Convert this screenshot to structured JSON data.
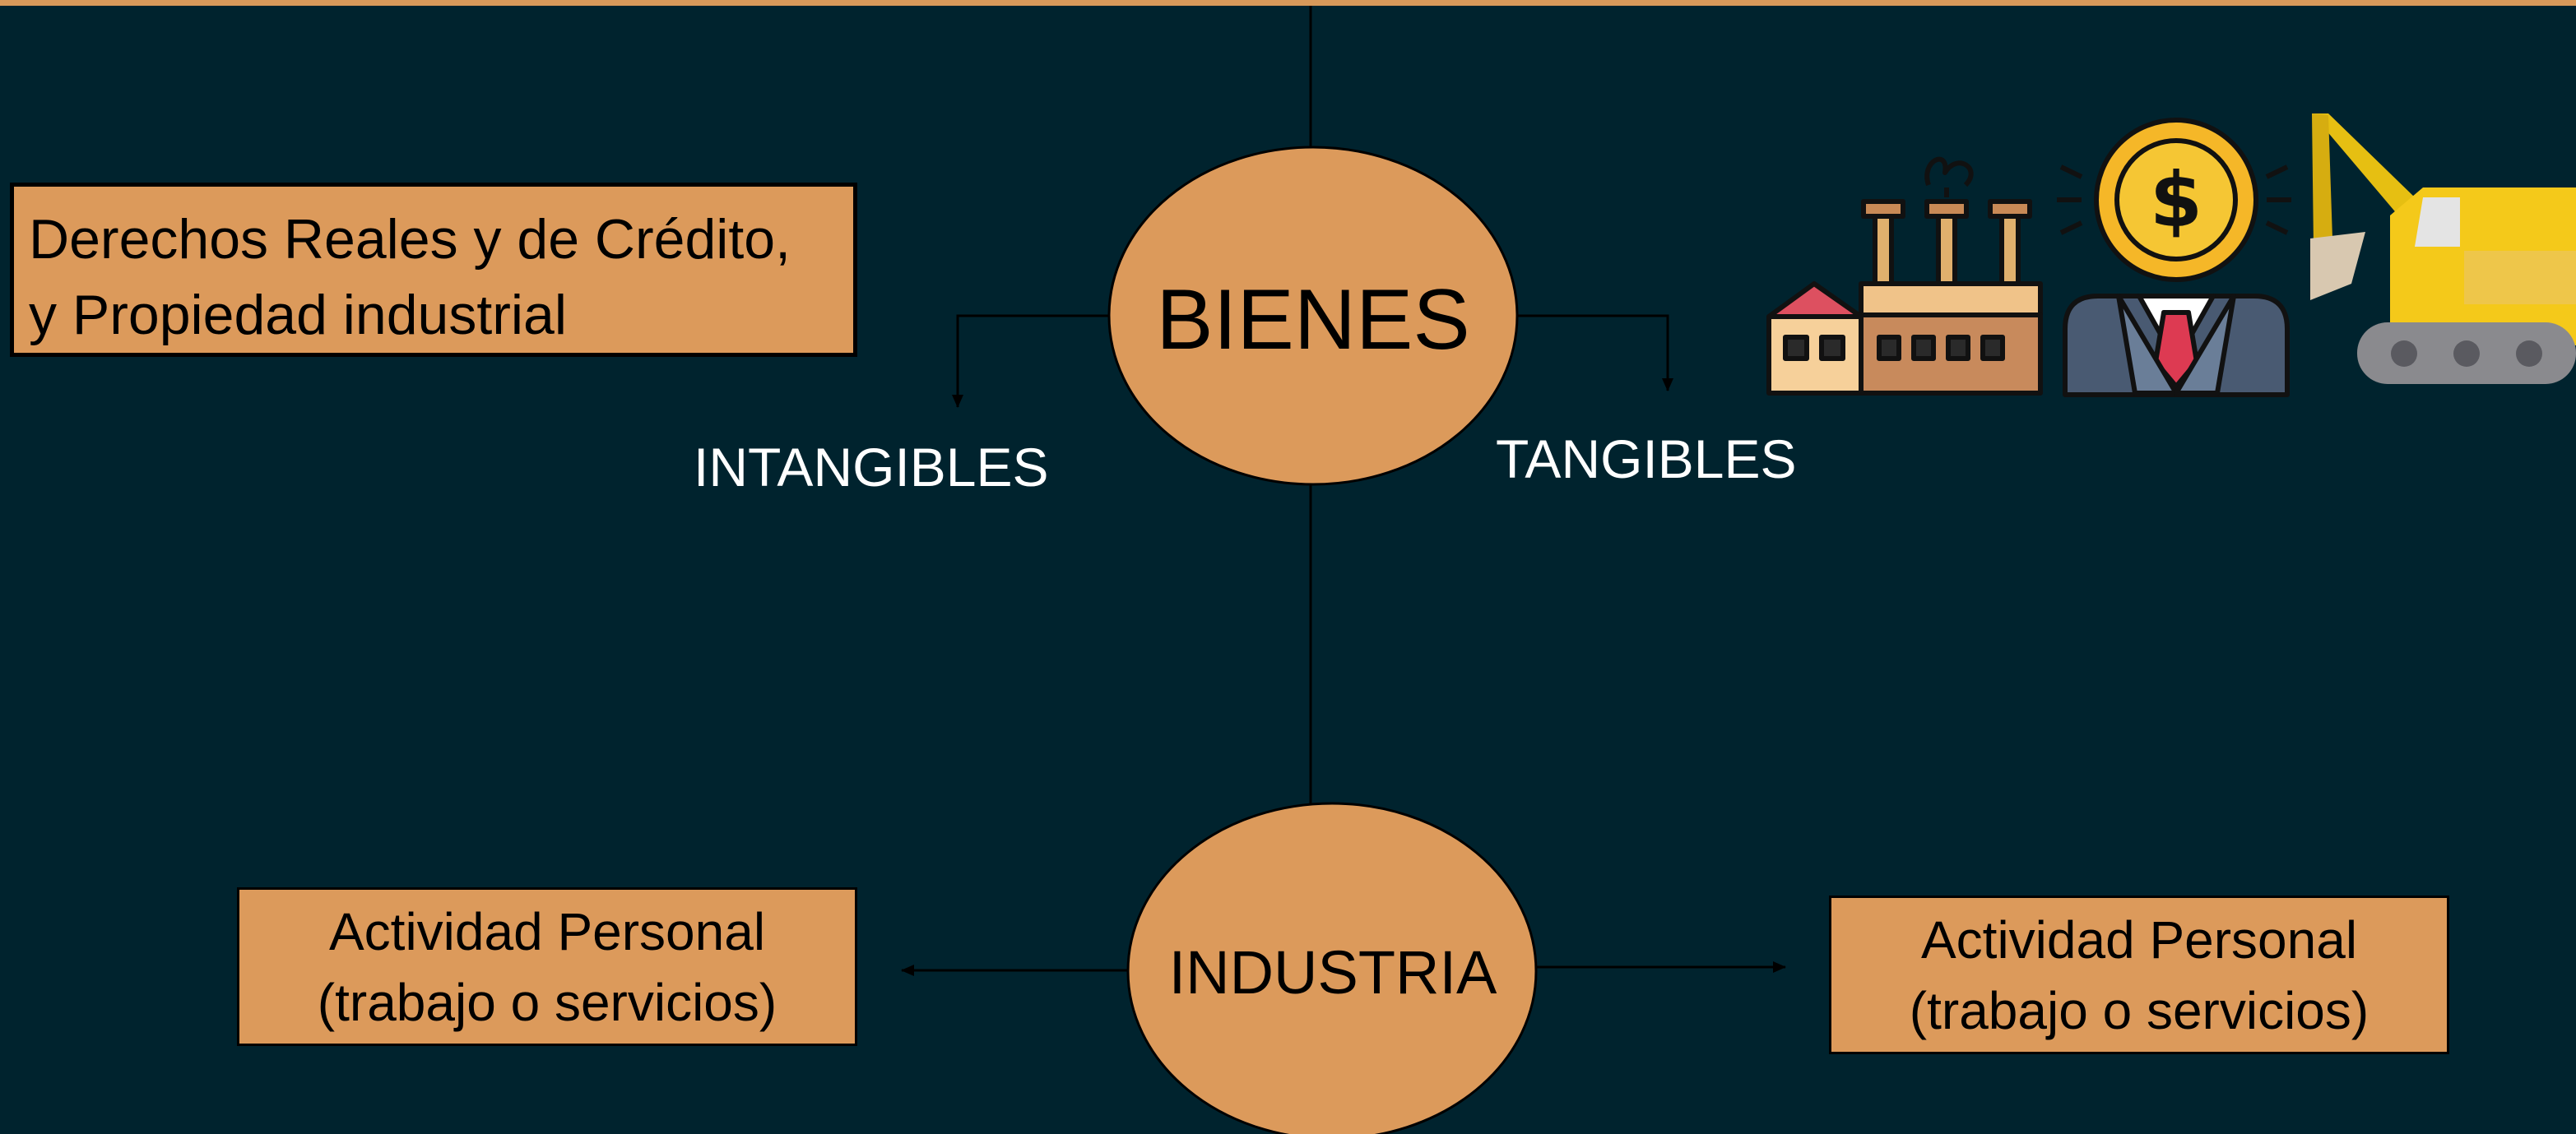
{
  "diagram": {
    "center_top": {
      "label": "BIENES"
    },
    "center_bottom": {
      "label": "INDUSTRIA"
    },
    "branch_left_label": "INTANGIBLES",
    "branch_right_label": "TANGIBLES",
    "box_top_left": {
      "line1": "Derechos Reales y de Crédito,",
      "line2": "y Propiedad industrial"
    },
    "box_bottom_left": {
      "line1": "Actividad Personal",
      "line2": "(trabajo o servicios)"
    },
    "box_bottom_right": {
      "line1": "Actividad Personal",
      "line2": "(trabajo o servicios)"
    }
  },
  "icons": [
    "factory-icon",
    "businessman-dollar-icon",
    "excavator-icon"
  ],
  "colors": {
    "background": "#00232e",
    "accent": "#dc9a5b",
    "text": "#ffffff"
  }
}
